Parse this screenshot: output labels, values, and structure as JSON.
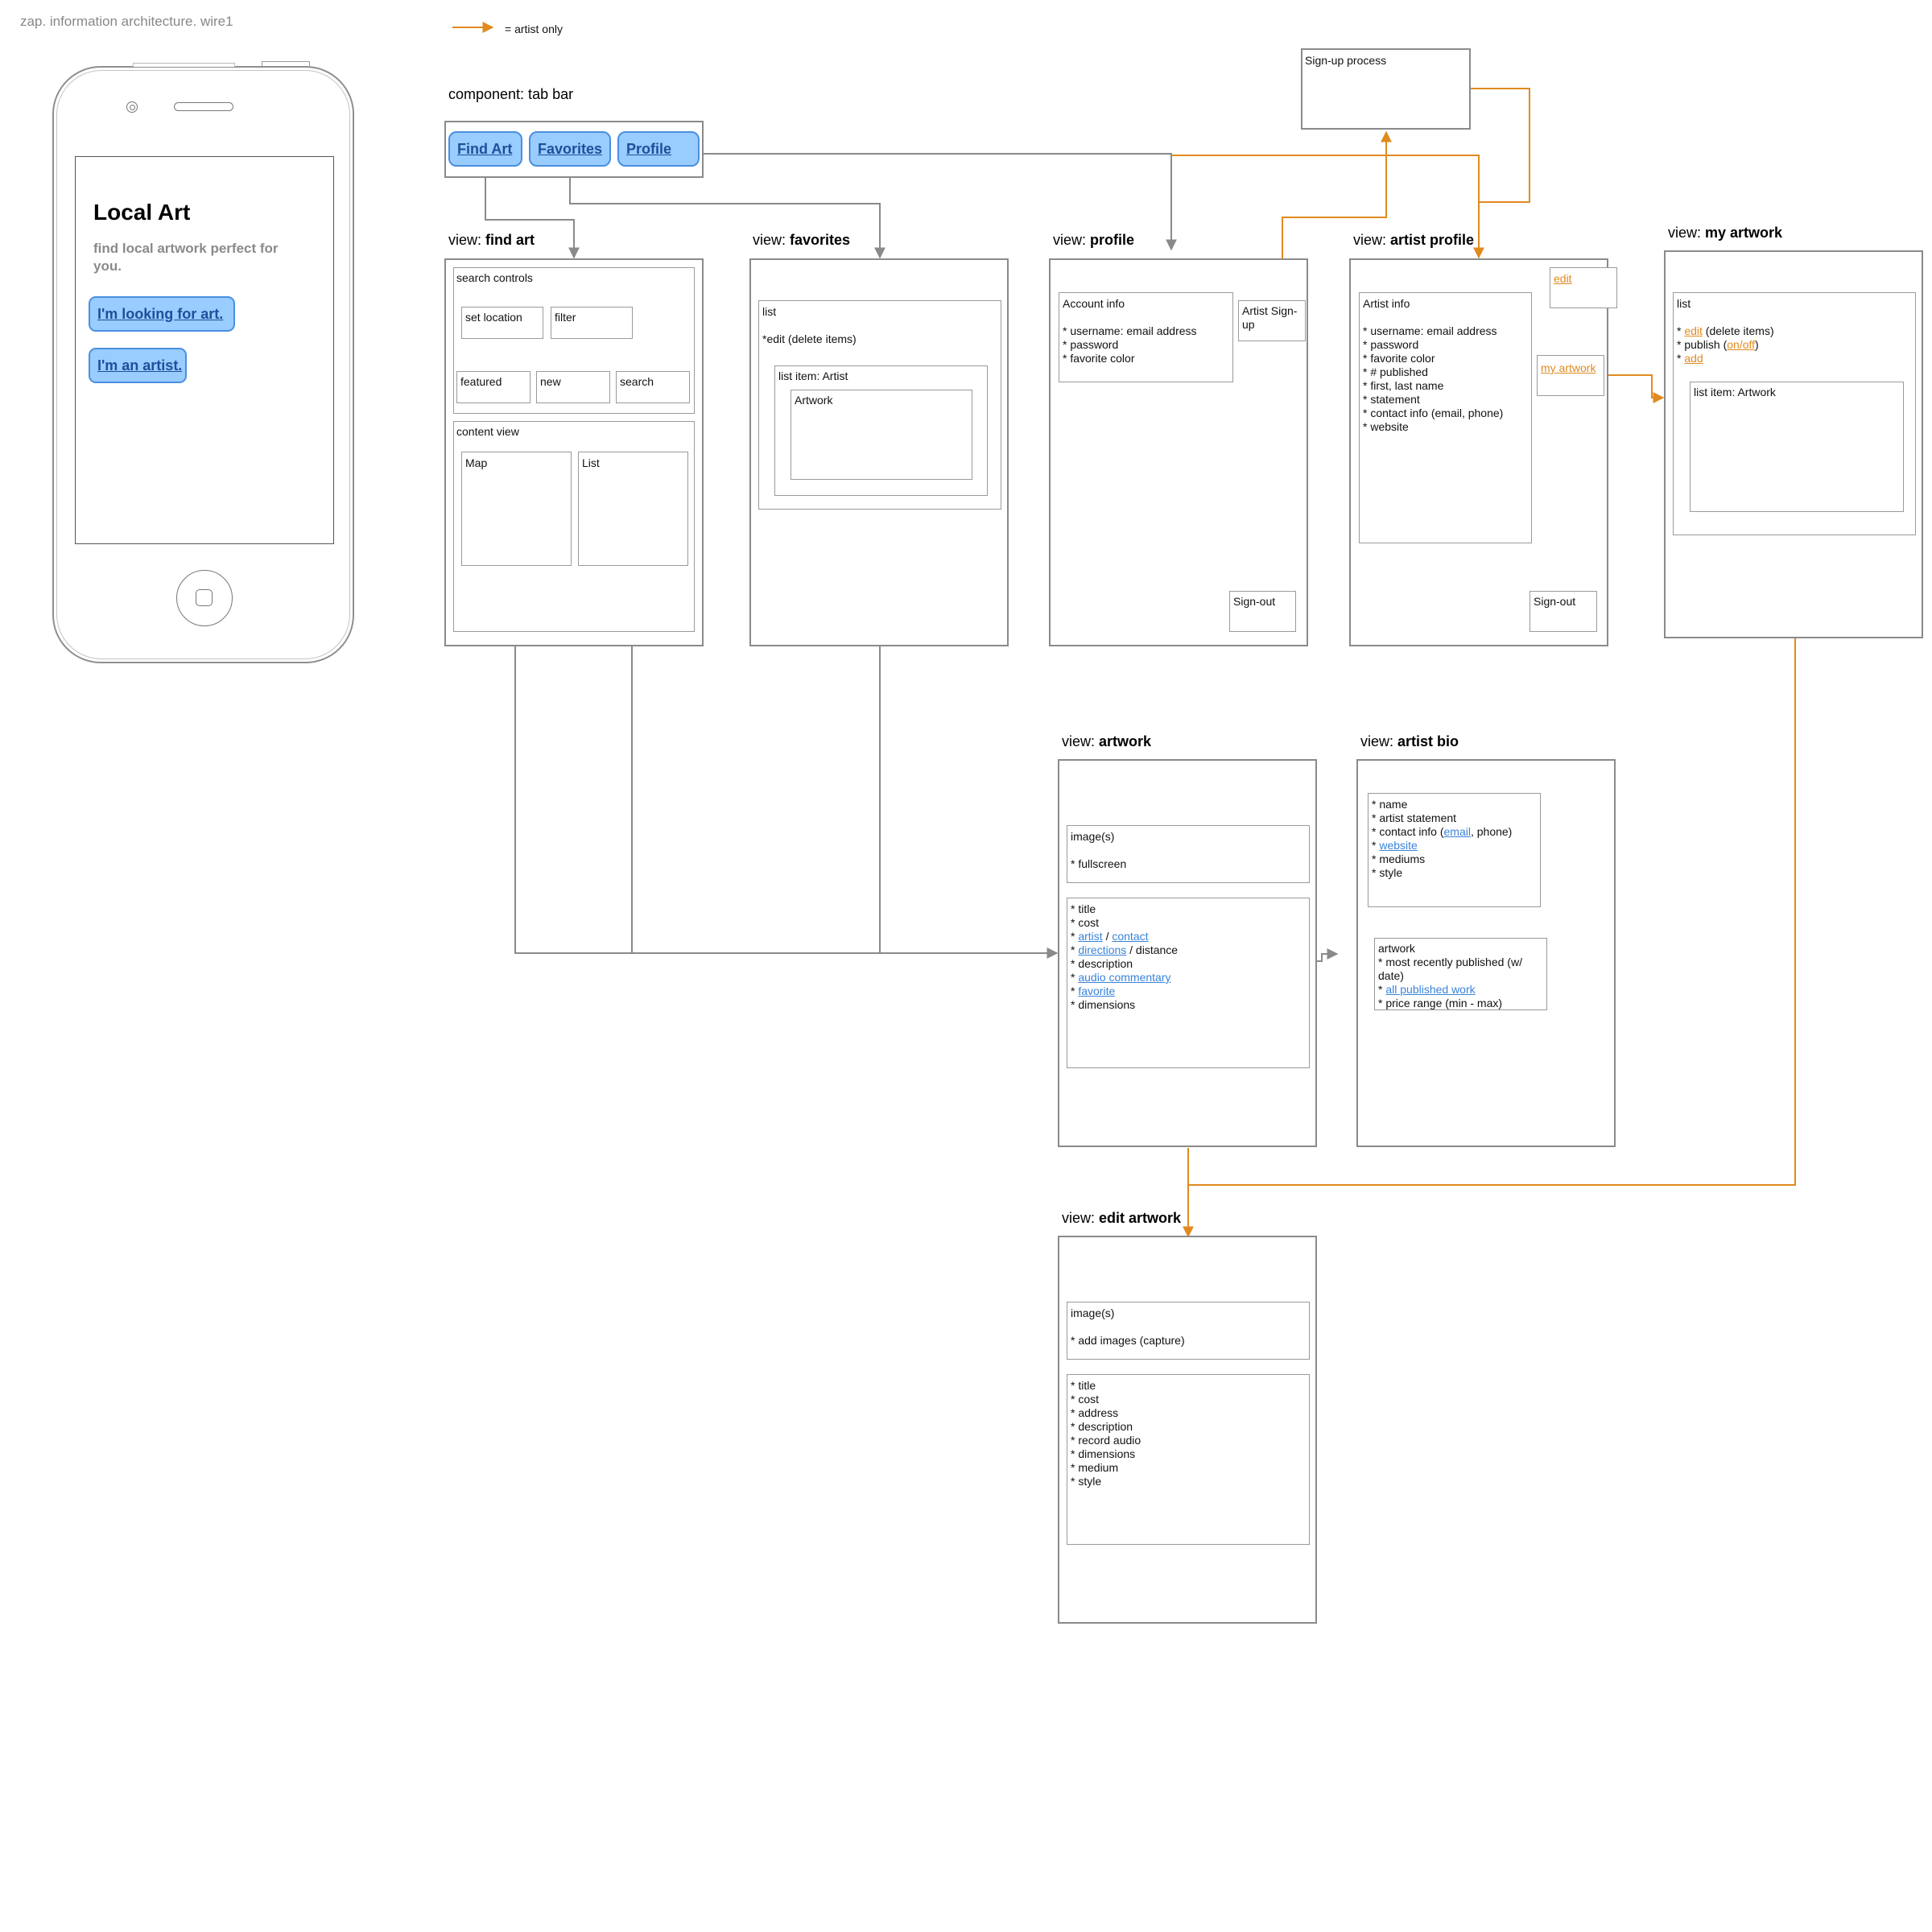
{
  "header": {
    "title": "zap. information architecture. wire1"
  },
  "legend": {
    "text": "= artist only"
  },
  "colors": {
    "gray_connector": "#8a8a8a",
    "artist_only": "#e08a1f",
    "link_blue": "#3a83d9",
    "button_fill": "#99ccff"
  },
  "phone": {
    "title": "Local Art",
    "subtitle": "find local artwork perfect for you.",
    "buttons": [
      "I'm looking for art.",
      "I'm an artist."
    ]
  },
  "tab_bar": {
    "caption": "component: tab bar",
    "tabs": [
      "Find Art",
      "Favorites",
      "Profile"
    ]
  },
  "signup": {
    "title": "Sign-up process"
  },
  "views": {
    "find_art": {
      "prefix": "view: ",
      "name": "find art",
      "search_controls": "search controls",
      "set_location": "set location",
      "filter": "filter",
      "featured": "featured",
      "new": "new",
      "search": "search",
      "content_view": "content view",
      "map": "Map",
      "list": "List"
    },
    "favorites": {
      "prefix": "view: ",
      "name": "favorites",
      "list": "list",
      "edit_line": "*edit (delete items)",
      "list_item": "list item: Artist",
      "artwork": "Artwork"
    },
    "profile": {
      "prefix": "view: ",
      "name": "profile",
      "account_title": "Account info",
      "account_items": [
        "* username: email address",
        "* password",
        "* favorite color"
      ],
      "artist_signup": "Artist Sign-up",
      "sign_out": "Sign-out"
    },
    "artist_profile": {
      "prefix": "view: ",
      "name": "artist profile",
      "info_title": "Artist info",
      "info_items": [
        "* username: email address",
        "* password",
        "* favorite color",
        "* # published",
        "* first, last name",
        "* statement",
        "* contact info (email, phone)",
        "* website"
      ],
      "edit": "edit",
      "my_artwork": "my artwork",
      "sign_out": "Sign-out"
    },
    "my_artwork": {
      "prefix": "view: ",
      "name": "my artwork",
      "list": "list",
      "bullet": "* ",
      "edit": "edit",
      "edit_rest": " (delete items)",
      "publish_pre": "* publish (",
      "publish_link": "on/off",
      "publish_post": ")",
      "add": "add",
      "list_item": "list item: Artwork"
    },
    "artwork": {
      "prefix": "view: ",
      "name": "artwork",
      "images_title": "image(s)",
      "images_item": "* fullscreen",
      "bullet": "* ",
      "title": "* title",
      "cost": "* cost",
      "artist": "artist",
      "slash": " / ",
      "contact": "contact",
      "directions": "directions",
      "distance": " / distance",
      "description": "* description",
      "audio": "audio commentary",
      "favorite": "favorite",
      "dimensions": "* dimensions"
    },
    "artist_bio": {
      "prefix": "view: ",
      "name": "artist bio",
      "name_item": "* name",
      "statement": "* artist statement",
      "contact_pre": "* contact info (",
      "email": "email",
      "contact_post": ", phone)",
      "bullet": "* ",
      "website": "website",
      "mediums": "* mediums",
      "style": "* style",
      "artwork_title": "artwork",
      "recent": "* most recently published (w/ date)",
      "all_published": "all published work",
      "price": "* price range (min - max)"
    },
    "edit_artwork": {
      "prefix": "view: ",
      "name": "edit artwork",
      "images_title": "image(s)",
      "images_item": "* add images (capture)",
      "items": [
        "* title",
        "* cost",
        "* address",
        "* description",
        "* record audio",
        "* dimensions",
        "* medium",
        "* style"
      ]
    }
  }
}
